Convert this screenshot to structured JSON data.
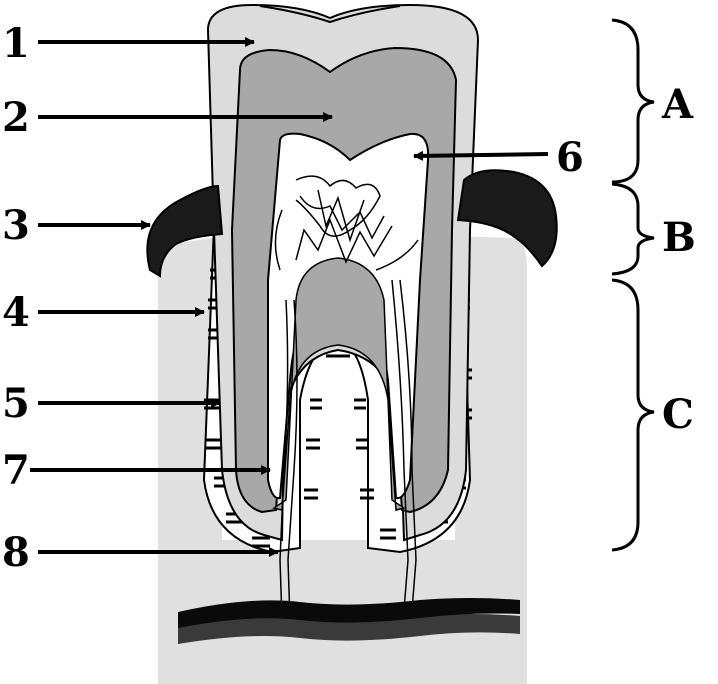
{
  "diagram": {
    "numbered_labels": [
      "1",
      "2",
      "3",
      "4",
      "5",
      "6",
      "7",
      "8"
    ],
    "region_labels": [
      "A",
      "B",
      "C"
    ]
  },
  "colors": {
    "bone": "#e0e0e0",
    "enamel": "#dcdcdc",
    "dentin": "#a8a8a8",
    "pulp": "#ffffff",
    "gum": "#1a1a1a",
    "vessel_dark": "#0a0a0a",
    "vessel_gray": "#3a3a3a"
  }
}
